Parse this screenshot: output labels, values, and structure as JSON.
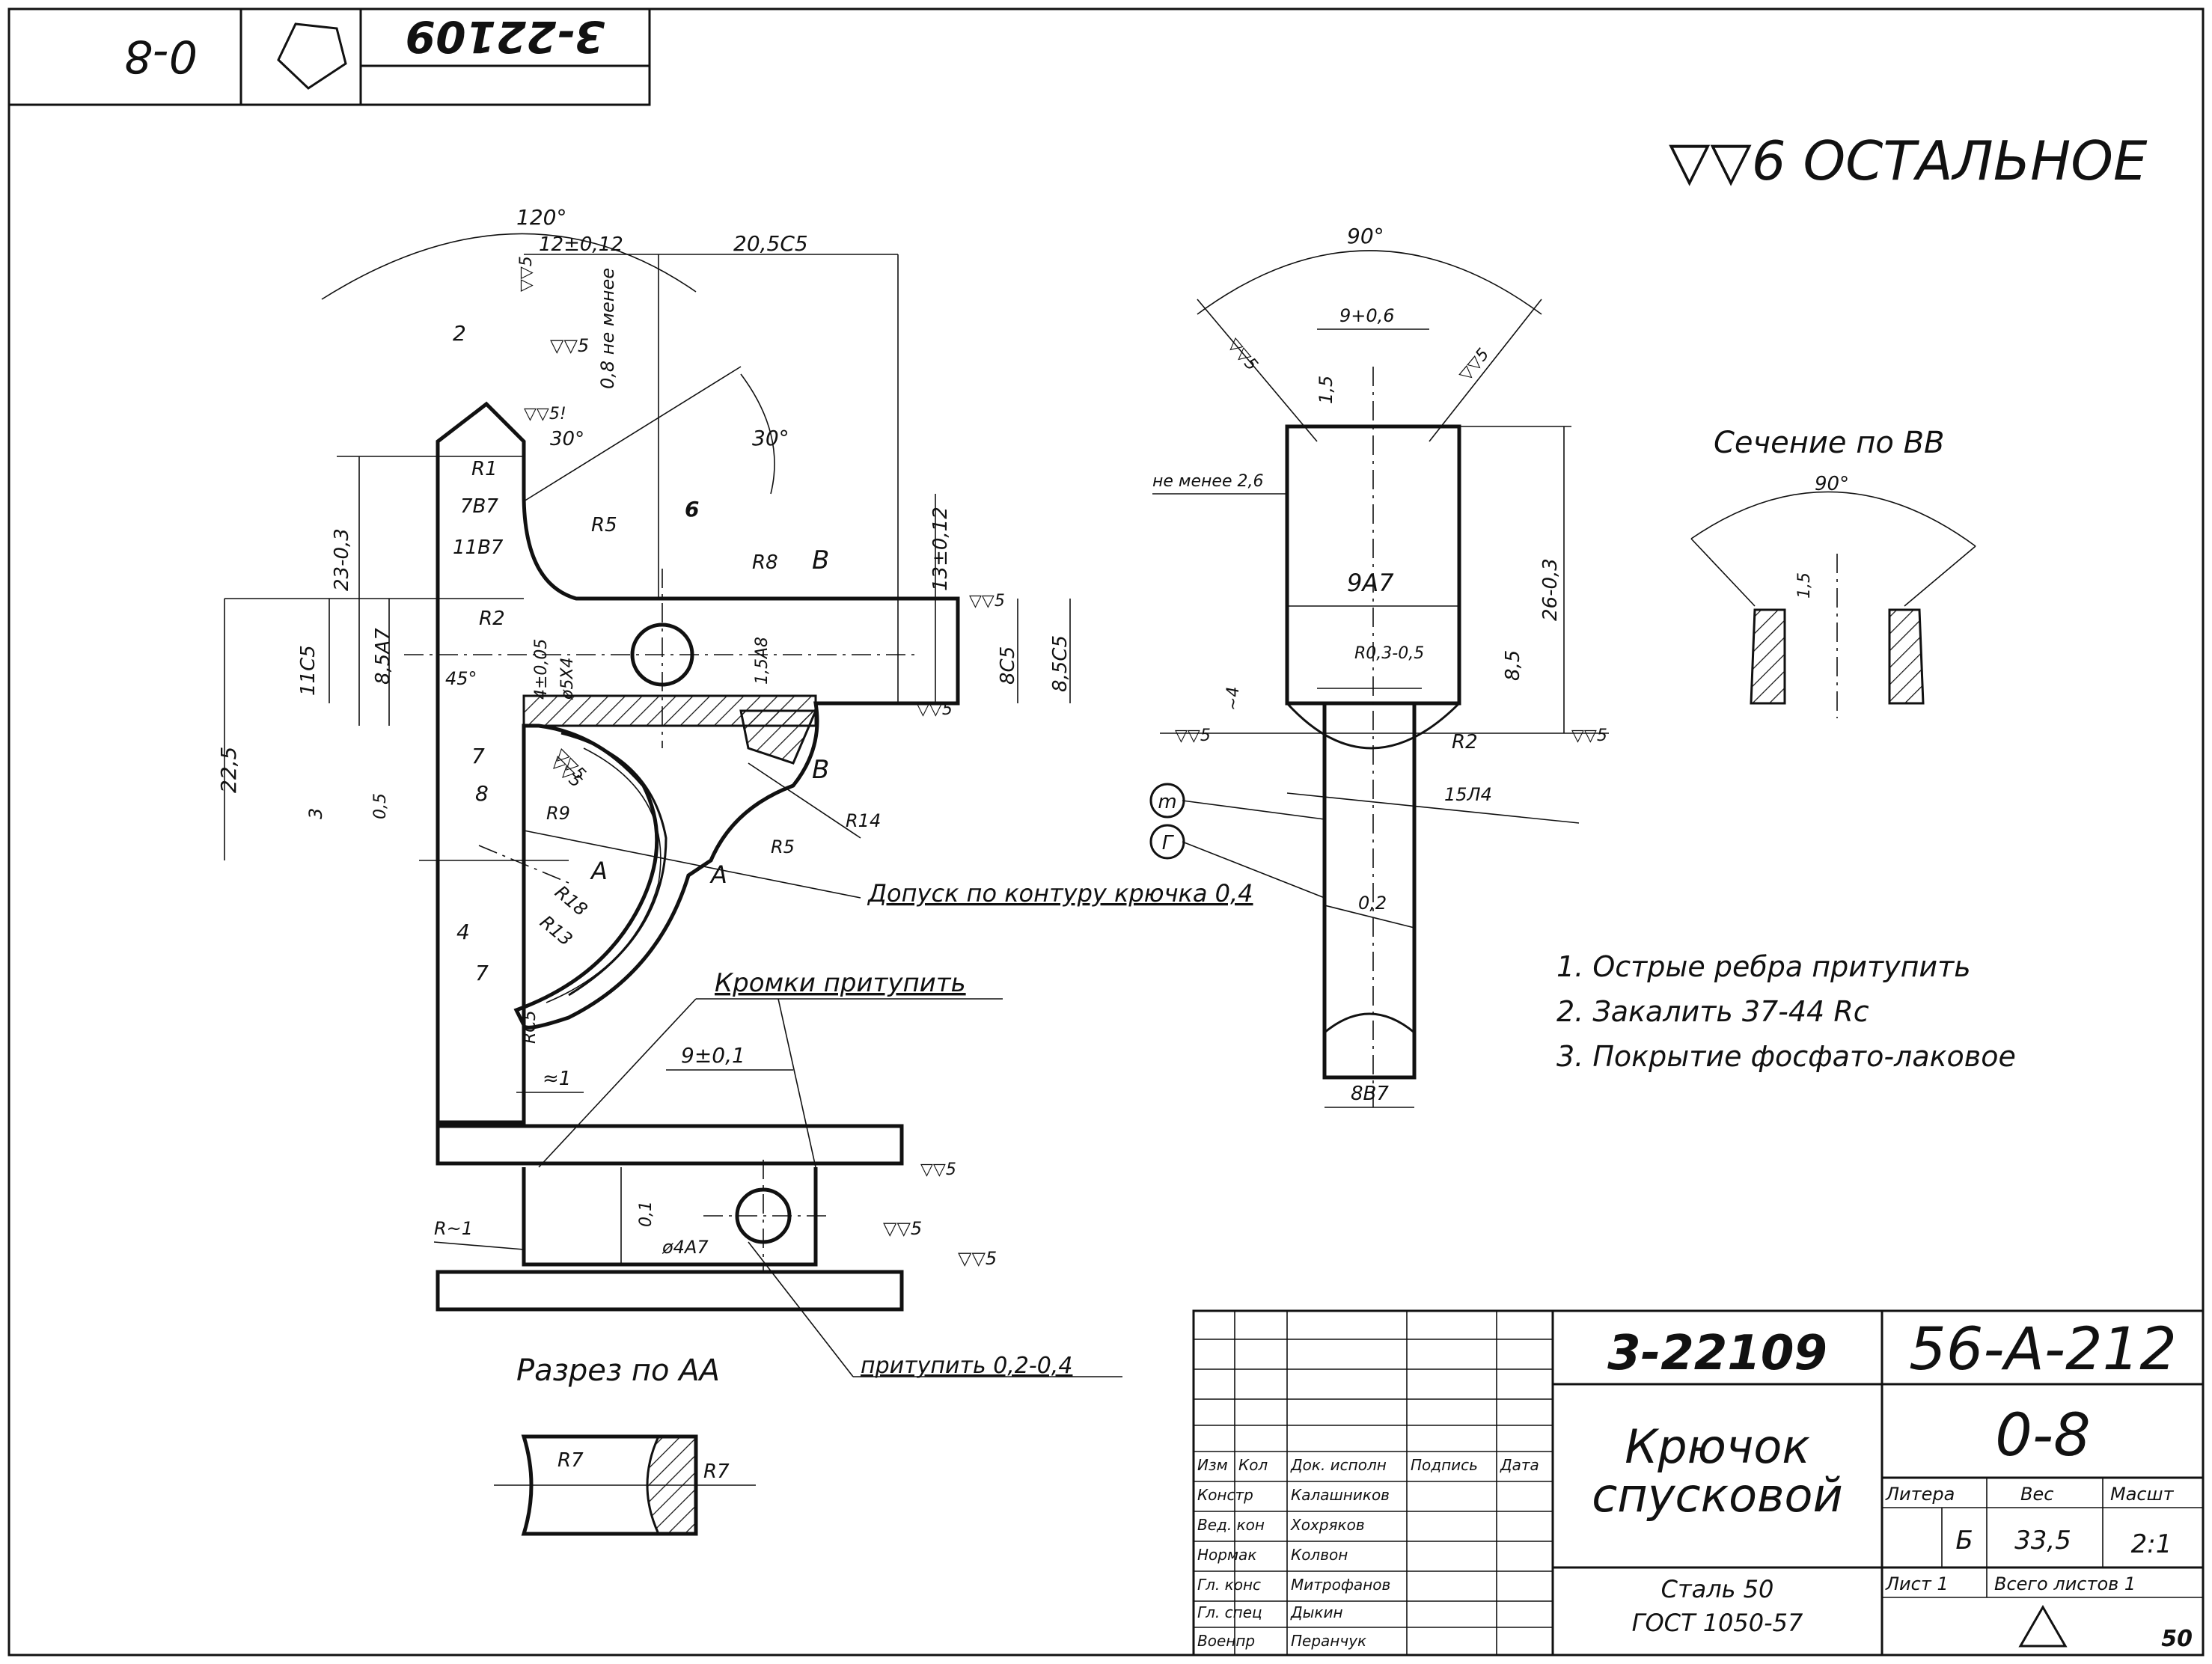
{
  "corner_stamp": {
    "code_reversed": "3-22109",
    "sheet_mark": "0-8"
  },
  "roughness_note": "▽▽6 ОСТАЛЬНОЕ",
  "main_view": {
    "dims": [
      "120°",
      "12±0,12",
      "20,5C5",
      "2",
      "▽▽5",
      "0,8 не менее",
      "▽▽5",
      "▽▽5!",
      "30°",
      "30°",
      "R1",
      "7B7",
      "11B7",
      "R5",
      "6",
      "R8",
      "B",
      "23-0,3",
      "13±0,12",
      "▽▽5",
      "R2",
      "11C5",
      "8,5A7",
      "4±0,05",
      "ø5X4",
      "1,5A8",
      "8C5",
      "8,5C5",
      "45°",
      "▽▽5",
      "22,5",
      "7",
      "▽▽5",
      "B",
      "8",
      "3",
      "0,5",
      "R9",
      "R14",
      "A",
      "R5",
      "A",
      "R18",
      "R13",
      "4",
      "7",
      "RC5",
      "▽▽5"
    ],
    "tolerance_note": "Допуск по контуру крючка 0,4"
  },
  "side_view": {
    "dims": [
      "90°",
      "9+0,6",
      "▽▽5",
      "▽▽5",
      "1,5",
      "не менее 2,6",
      "9A7",
      "26-0,3",
      "R0,3-0,5",
      "8,5",
      "~4",
      "▽▽5",
      "▽▽5",
      "R2",
      "15Л4",
      "0,2",
      "8B7"
    ],
    "markers": [
      "m",
      "Г"
    ]
  },
  "section_bb": {
    "title": "Сечение по ВВ",
    "angle": "90°",
    "dim": "1,5"
  },
  "section_aa": {
    "edge_label": "Кромки притупить",
    "dims": [
      "9±0,1",
      "≈1",
      "0,1",
      "ø4A7",
      "R~1",
      "▽▽5",
      "▽▽5",
      "▽▽5"
    ],
    "chamfer_label": "притупить 0,2-0,4",
    "title": "Разрез по АА",
    "r7a": "R7",
    "r7b": "R7"
  },
  "notes": [
    "1. Острые ребра притупить",
    "2. Закалить 37-44 Rc",
    "3. Покрытие фосфато-лаковое"
  ],
  "title_block": {
    "doc_number": "3-22109",
    "code": "56-А-212",
    "name_line1": "Крючок",
    "name_line2": "спусковой",
    "sheet_mark": "0-8",
    "material_line1": "Сталь 50",
    "material_line2": "ГОСТ 1050-57",
    "header_cells": [
      "Изм",
      "Кол",
      "Док. исполн",
      "Подпись",
      "Дата"
    ],
    "roles": [
      {
        "role": "Констр",
        "name": "Калашников"
      },
      {
        "role": "Вед. кон",
        "name": "Хохряков"
      },
      {
        "role": "Нормак",
        "name": "Колвон"
      },
      {
        "role": "Гл. конс",
        "name": "Митрофанов"
      },
      {
        "role": "Гл. спец",
        "name": "Дыкин"
      },
      {
        "role": "Военпр",
        "name": "Перанчук"
      }
    ],
    "litera_label": "Литера",
    "litera_value": "Б",
    "weight_label": "Вес",
    "weight_value": "33,5",
    "scale_label": "Масшт",
    "scale_value": "2:1",
    "sheet_label": "Лист 1",
    "sheets_total_label": "Всего листов 1",
    "page_number": "50"
  }
}
